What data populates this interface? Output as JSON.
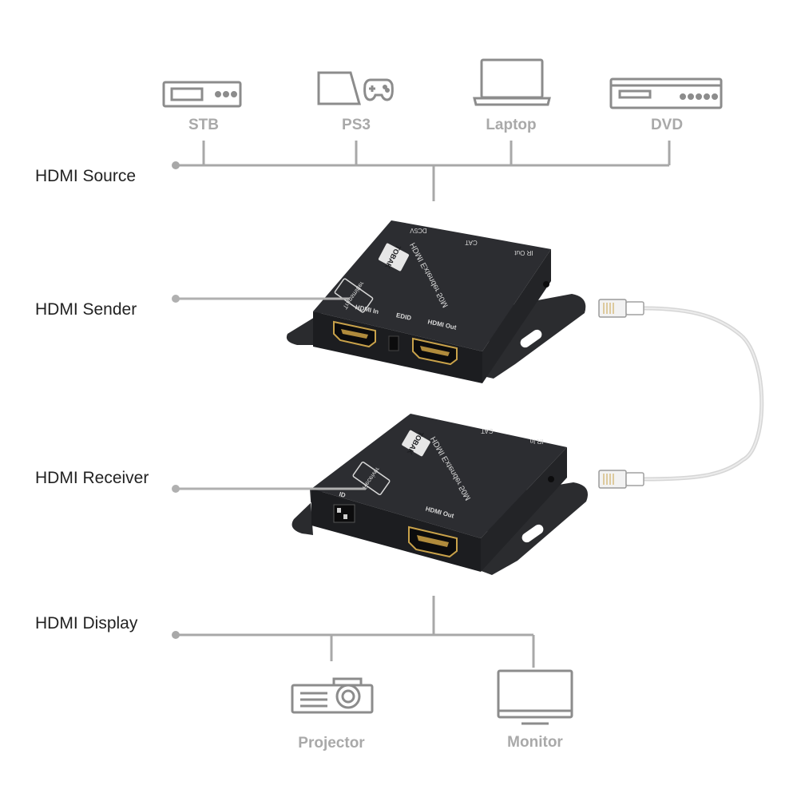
{
  "sections": {
    "source": "HDMI Source",
    "sender": "HDMI Sender",
    "receiver": "HDMI Receiver",
    "display": "HDMI Display"
  },
  "sources": [
    {
      "label": "STB",
      "icon": "set-top-box-icon"
    },
    {
      "label": "PS3",
      "icon": "game-console-icon"
    },
    {
      "label": "Laptop",
      "icon": "laptop-icon"
    },
    {
      "label": "DVD",
      "icon": "dvd-player-icon"
    }
  ],
  "displays": [
    {
      "label": "Projector",
      "icon": "projector-icon"
    },
    {
      "label": "Monitor",
      "icon": "monitor-icon"
    }
  ],
  "sender_device": {
    "brand": "TOBAK",
    "model": "HDMI Extender 50M",
    "badge": "Transmitter",
    "port_in": "HDMI In",
    "port_out": "HDMI Out",
    "switch": "EDID",
    "top_power": "DC5V",
    "top_cat": "CAT",
    "top_ir": "IR Out"
  },
  "receiver_device": {
    "brand": "TOBAK",
    "model": "HDMI Extender 50M",
    "badge": "Receiver",
    "port_out": "HDMI Out",
    "switch": "ID",
    "top_cat": "CAT",
    "top_ir": "IR In"
  },
  "colors": {
    "line": "#a8a8a8",
    "icon": "#8c8c8c",
    "label": "#a9a9a9",
    "device": "#1e1f22",
    "text": "#222222"
  }
}
